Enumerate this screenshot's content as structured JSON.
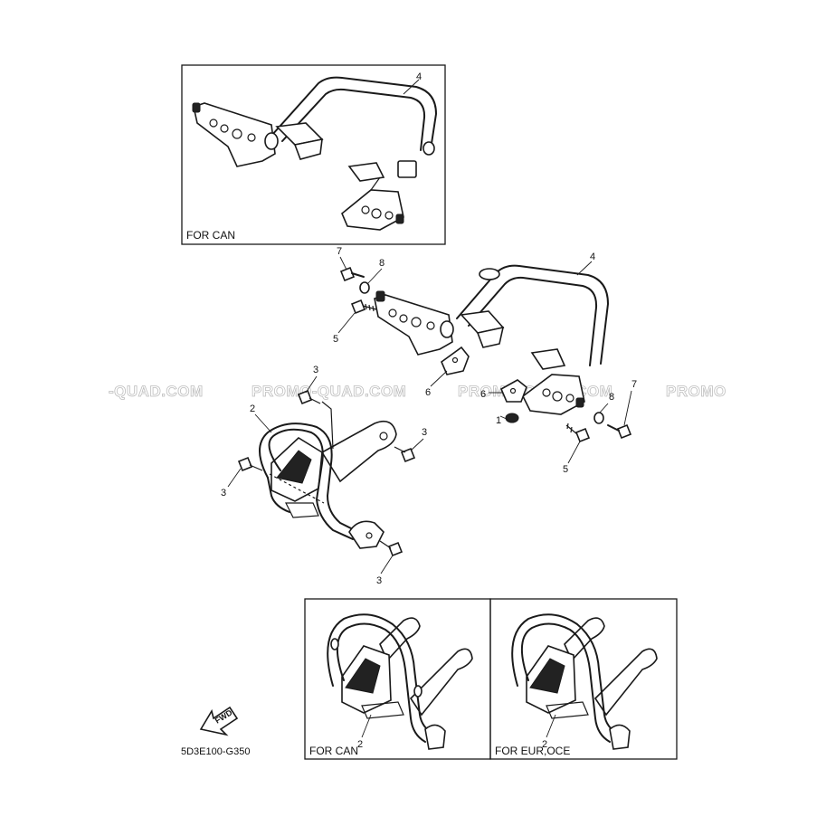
{
  "diagram_code": "5D3E100-G350",
  "inset_top": {
    "label": "FOR CAN",
    "callout": "4"
  },
  "inset_bottom_left": {
    "label": "FOR CAN",
    "callout": "2"
  },
  "inset_bottom_right": {
    "label": "FOR EUR,OCE",
    "callout": "2"
  },
  "fwd_arrow": {
    "text": "FWD"
  },
  "watermarks": [
    "-QUAD.COM",
    "PROMO-QUAD.COM",
    "PROMO-QUAD.COM",
    "PROMO"
  ],
  "callouts": {
    "c1": "1",
    "c2": "2",
    "c3a": "3",
    "c3b": "3",
    "c3c": "3",
    "c3d": "3",
    "c4": "4",
    "c5a": "5",
    "c5b": "5",
    "c6a": "6",
    "c6b": "6",
    "c7a": "7",
    "c7b": "7",
    "c8a": "8",
    "c8b": "8"
  }
}
